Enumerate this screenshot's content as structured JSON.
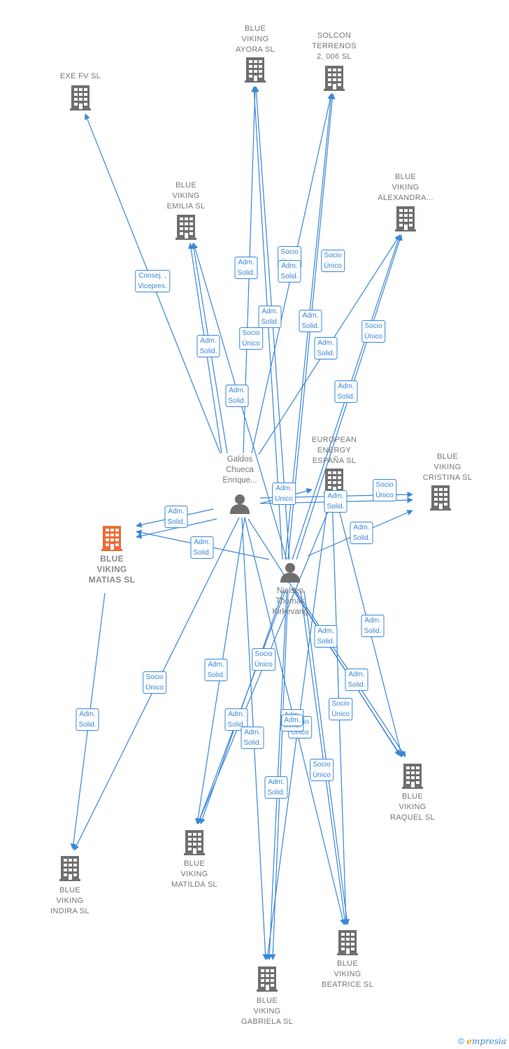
{
  "colors": {
    "edge": "#3a87d8",
    "company": "#6f6f6f",
    "focus": "#f06a35",
    "person": "#6f6f6f"
  },
  "companies": [
    {
      "id": "exe",
      "label": "EXE FV SL"
    },
    {
      "id": "ayora",
      "label": "BLUE\nVIKING\nAYORA  SL"
    },
    {
      "id": "solcon",
      "label": "SOLCON\nTERRENOS\n2. 006  SL"
    },
    {
      "id": "emilia",
      "label": "BLUE\nVIKING\nEMILIA  SL"
    },
    {
      "id": "alexandra",
      "label": "BLUE\nVIKING\nALEXANDRA..."
    },
    {
      "id": "european",
      "label": "EUROPEAN\nENERGY\nESPAÑA  SL"
    },
    {
      "id": "cristina",
      "label": "BLUE\nVIKING\nCRISTINA  SL"
    },
    {
      "id": "matias",
      "label": "BLUE\nVIKING\nMATIAS  SL",
      "focus": true
    },
    {
      "id": "raquel",
      "label": "BLUE\nVIKING\nRAQUEL  SL"
    },
    {
      "id": "matilda",
      "label": "BLUE\nVIKING\nMATILDA  SL"
    },
    {
      "id": "indira",
      "label": "BLUE\nVIKING\nINDIRA  SL"
    },
    {
      "id": "beatrice",
      "label": "BLUE\nVIKING\nBEATRICE  SL"
    },
    {
      "id": "gabriela",
      "label": "BLUE\nVIKING\nGABRIELA  SL"
    }
  ],
  "persons": [
    {
      "id": "galdos",
      "label": "Galdos\nChueca\nEnrique..."
    },
    {
      "id": "nielsen",
      "label": "Nielsen\nThomas\nKirkevang"
    }
  ],
  "relations": [
    {
      "id": "r1",
      "text": "Consej. ,\nVicepres."
    },
    {
      "id": "r2",
      "text": "Adm.\nSolid."
    },
    {
      "id": "r3",
      "text": "Socio\nÚnico"
    },
    {
      "id": "r4",
      "text": "Adm.\nSolid."
    },
    {
      "id": "r5",
      "text": "Socio\nÚnico"
    },
    {
      "id": "r6",
      "text": "Adm.\nSolid."
    },
    {
      "id": "r7",
      "text": "Adm.\nSolid."
    },
    {
      "id": "r8",
      "text": "Socio\nÚnico"
    },
    {
      "id": "r9",
      "text": "Adm.\nSolid."
    },
    {
      "id": "r10",
      "text": "Socio\nÚnico"
    },
    {
      "id": "r11",
      "text": "Adm.\nSolid."
    },
    {
      "id": "r12",
      "text": "Adm.\nSolid."
    },
    {
      "id": "r13",
      "text": "Adm.\nSolid."
    },
    {
      "id": "r14",
      "text": "Adm.\nSolid."
    },
    {
      "id": "r15",
      "text": "Adm.\nUnico"
    },
    {
      "id": "r16",
      "text": "Socio\nÚnico"
    },
    {
      "id": "r17",
      "text": "Adm.\nSolid."
    },
    {
      "id": "r18",
      "text": "Adm.\nSolid."
    },
    {
      "id": "r19",
      "text": "Adm.\nSolid."
    },
    {
      "id": "r20",
      "text": "Adm.\nSolid."
    },
    {
      "id": "r21",
      "text": "Socio\nÚnico"
    },
    {
      "id": "r22",
      "text": "Adm.\nSolid."
    },
    {
      "id": "r23",
      "text": "Adm.\nSolid."
    },
    {
      "id": "r24",
      "text": "Socio\nÚnico"
    },
    {
      "id": "r25",
      "text": "Adm.\nSolid."
    },
    {
      "id": "r26",
      "text": "Adm.\nSolid."
    },
    {
      "id": "r27",
      "text": "Socio\nÚnico"
    },
    {
      "id": "r28",
      "text": "Socio\nÚnico"
    },
    {
      "id": "r29",
      "text": "Adm.\nSolid."
    },
    {
      "id": "r30",
      "text": "Adm.\nSolid."
    },
    {
      "id": "r31",
      "text": "Adm.\nSolid."
    },
    {
      "id": "r32",
      "text": "Socio\nÚnico"
    },
    {
      "id": "r33",
      "text": "Adm.\nSolid."
    },
    {
      "id": "r34",
      "text": "Adm."
    }
  ],
  "footer": {
    "copyright": "©",
    "brand_initial": "e",
    "brand_rest": "mpresia"
  }
}
